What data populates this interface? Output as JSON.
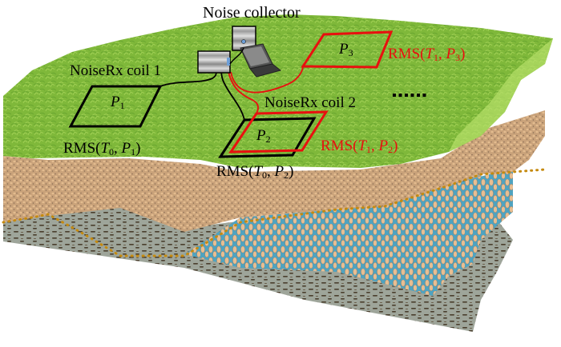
{
  "diagram": {
    "title": "Noise collector",
    "coils": [
      {
        "id": "coil1",
        "label": "NoiseRx coil 1"
      },
      {
        "id": "coil2",
        "label": "NoiseRx coil 2"
      }
    ],
    "points": [
      {
        "id": "P1",
        "label_main": "P",
        "label_sub": "1",
        "color": "#000000"
      },
      {
        "id": "P2",
        "label_main": "P",
        "label_sub": "2",
        "color": "#000000"
      },
      {
        "id": "P3",
        "label_main": "P",
        "label_sub": "3",
        "color": "#e8100f"
      }
    ],
    "measurements": [
      {
        "id": "rms-t0-p1",
        "prefix": "RMS(",
        "t": "T",
        "t_sub": "0",
        "sep": ", ",
        "p": "P",
        "p_sub": "1",
        "suffix": ")",
        "color": "#000000"
      },
      {
        "id": "rms-t0-p2",
        "prefix": "RMS(",
        "t": "T",
        "t_sub": "0",
        "sep": ", ",
        "p": "P",
        "p_sub": "2",
        "suffix": ")",
        "color": "#000000"
      },
      {
        "id": "rms-t1-p2",
        "prefix": "RMS(",
        "t": "T",
        "t_sub": "1",
        "sep": ", ",
        "p": "P",
        "p_sub": "2",
        "suffix": ")",
        "color": "#e8100f"
      },
      {
        "id": "rms-t1-p3",
        "prefix": "RMS(",
        "t": "T",
        "t_sub": "1",
        "sep": ", ",
        "p": "P",
        "p_sub": "3",
        "suffix": ")",
        "color": "#e8100f"
      }
    ],
    "ellipsis": "......",
    "colors": {
      "grass": "#7fb83a",
      "grass_dark": "#5c9a2a",
      "grass_light": "#a8d45a",
      "sand": "#c9a27a",
      "sand_dark": "#8a6e55",
      "aquifer_blue": "#4fa3c0",
      "aquifer_pebble": "#e8be92",
      "bedrock": "#9ea59a",
      "bedrock_dark": "#4a3f2e",
      "boundary_dot": "#c58a10",
      "coil_t0": "#000000",
      "coil_t1": "#e8100f"
    }
  }
}
